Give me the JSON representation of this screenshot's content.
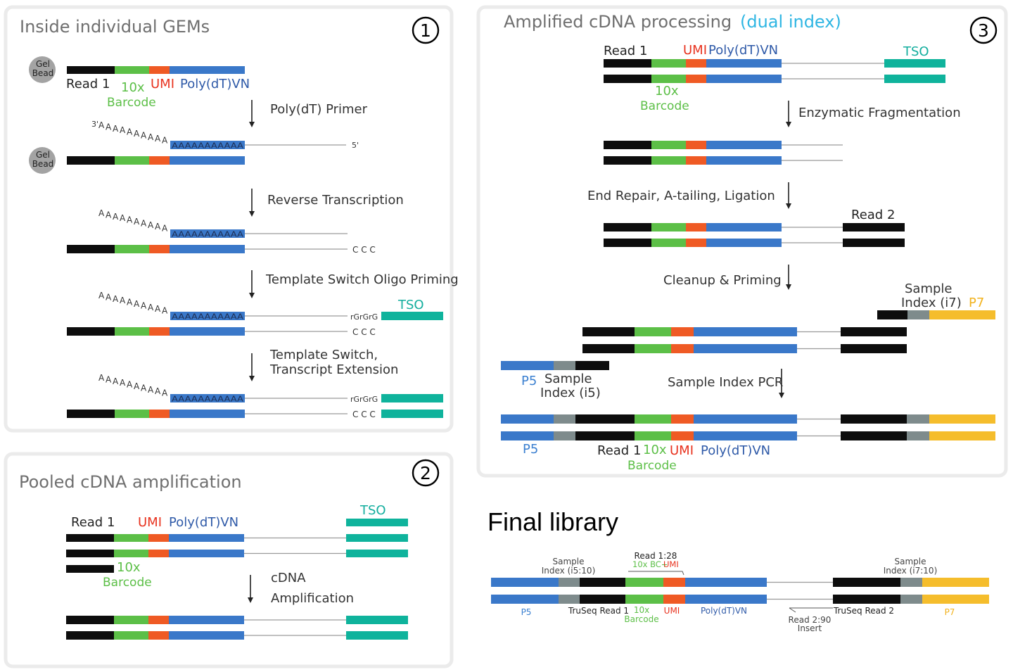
{
  "colors": {
    "black": "#0d0d0d",
    "green": "#5cbf47",
    "orange": "#ef5a24",
    "blue": "#3a78c9",
    "teal": "#0fb39c",
    "grey": "#7e8b8c",
    "yellow": "#f5bd2c",
    "line": "#9a9a9a",
    "title_grey": "#6f6f6f",
    "label_green": "#5cbf47",
    "label_red": "#e8321e",
    "label_blue": "#2f5aa8",
    "label_teal": "#13ae9e",
    "label_cyan": "#2fb6e3",
    "label_yellow": "#f2b21c"
  },
  "panel1": {
    "title": "Inside individual GEMs",
    "badge": "1",
    "gel_bead": [
      "Gel",
      "Bead"
    ],
    "labels": {
      "read1": "Read 1",
      "ten_x": "10x",
      "barcode": "Barcode",
      "umi": "UMI",
      "polydt": "Poly(dT)VN"
    },
    "polya_prefix": "3'",
    "polya_tail": "AAAAAAAAAA",
    "polya_block": "AAAAAAAAAAA",
    "five_prime": "5'",
    "ccc": "C C C",
    "rgrgrg": "rGrGrG",
    "tso": "TSO",
    "steps": [
      "Poly(dT) Primer",
      "Reverse Transcription",
      "Template Switch Oligo Priming",
      "Template Switch,",
      "Transcript Extension"
    ]
  },
  "panel2": {
    "title": "Pooled cDNA amplification",
    "badge": "2",
    "labels": {
      "read1": "Read 1",
      "umi": "UMI",
      "polydt": "Poly(dT)VN",
      "tso": "TSO",
      "ten_x": "10x",
      "barcode": "Barcode"
    },
    "step": [
      "cDNA",
      "Amplification"
    ]
  },
  "panel3": {
    "title": "Amplified cDNA processing",
    "title_suffix": "(dual index)",
    "badge": "3",
    "labels": {
      "read1": "Read 1",
      "umi": "UMI",
      "polydt": "Poly(dT)VN",
      "tso": "TSO",
      "ten_x": "10x",
      "barcode": "Barcode",
      "read2": "Read 2",
      "sample": "Sample",
      "index_i7": "Index (i7)",
      "p7": "P7",
      "p5": "P5",
      "index_i5": "Index (i5)"
    },
    "steps": [
      "Enzymatic Fragmentation",
      "End Repair, A-tailing, Ligation",
      "Cleanup & Priming",
      "Sample Index PCR"
    ]
  },
  "final": {
    "title": "Final library",
    "labels": {
      "sample_i5": [
        "Sample",
        "Index (i5:10)"
      ],
      "read1_28": "Read 1:28",
      "bc_umi": [
        "10x BC+",
        "UMI"
      ],
      "sample_i7": [
        "Sample",
        "Index (i7:10)"
      ],
      "p5": "P5",
      "truseq_read1": "TruSeq Read 1",
      "ten_x": "10x",
      "barcode": "Barcode",
      "umi": "UMI",
      "polydt": "Poly(dT)VN",
      "read2_90": "Read 2:90",
      "insert": "Insert",
      "truseq_read2": "TruSeq Read 2",
      "p7": "P7"
    }
  }
}
